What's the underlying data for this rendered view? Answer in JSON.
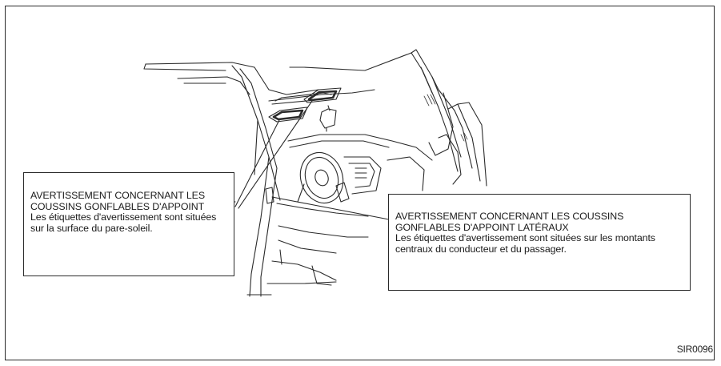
{
  "figure": {
    "code": "SIR0096"
  },
  "callouts": {
    "sun_visor": {
      "heading_line1": "AVERTISSEMENT CONCERNANT LES",
      "heading_line2": "COUSSINS GONFLABLES D'APPOINT",
      "body": "Les étiquettes d'avertissement sont situées sur la surface du pare-soleil."
    },
    "center_pillar": {
      "heading_line1": "AVERTISSEMENT CONCERNANT LES COUSSINS",
      "heading_line2": "GONFLABLES D'APPOINT LATÉRAUX",
      "body": "Les étiquettes d'avertissement sont situées sur les montants centraux du conducteur et du passager."
    }
  }
}
